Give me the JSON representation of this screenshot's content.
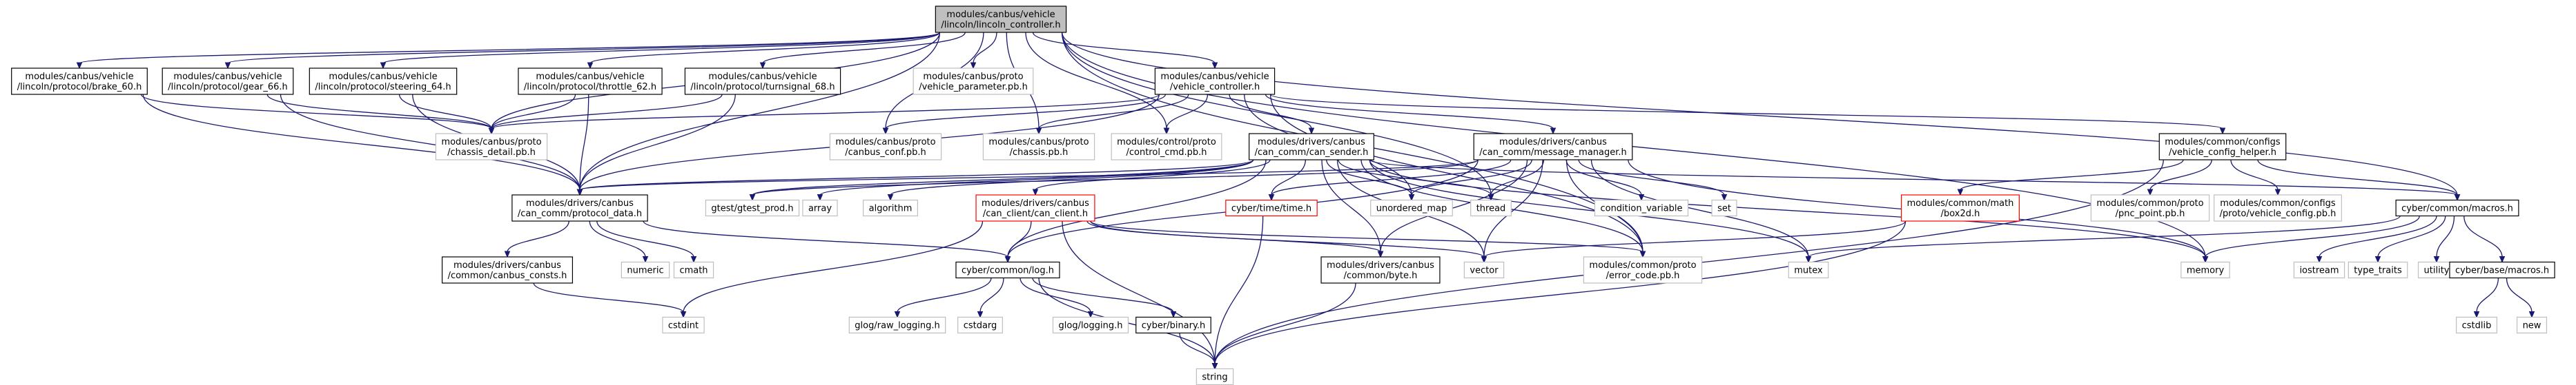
{
  "graph": {
    "nodes": [
      {
        "id": "root",
        "lines": [
          "modules/canbus/vehicle",
          "/lincoln/lincoln_controller.h"
        ],
        "kind": "root"
      },
      {
        "id": "brake60",
        "lines": [
          "modules/canbus/vehicle",
          "/lincoln/protocol/brake_60.h"
        ],
        "kind": "normal"
      },
      {
        "id": "gear66",
        "lines": [
          "modules/canbus/vehicle",
          "/lincoln/protocol/gear_66.h"
        ],
        "kind": "normal"
      },
      {
        "id": "steering64",
        "lines": [
          "modules/canbus/vehicle",
          "/lincoln/protocol/steering_64.h"
        ],
        "kind": "normal"
      },
      {
        "id": "throttle62",
        "lines": [
          "modules/canbus/vehicle",
          "/lincoln/protocol/throttle_62.h"
        ],
        "kind": "normal"
      },
      {
        "id": "turnsignal68",
        "lines": [
          "modules/canbus/vehicle",
          "/lincoln/protocol/turnsignal_68.h"
        ],
        "kind": "normal"
      },
      {
        "id": "vehicle_param",
        "lines": [
          "modules/canbus/proto",
          "/vehicle_parameter.pb.h"
        ],
        "kind": "external"
      },
      {
        "id": "vehicle_ctrl",
        "lines": [
          "modules/canbus/vehicle",
          "/vehicle_controller.h"
        ],
        "kind": "normal"
      },
      {
        "id": "chassis_detail",
        "lines": [
          "modules/canbus/proto",
          "/chassis_detail.pb.h"
        ],
        "kind": "external"
      },
      {
        "id": "canbus_conf",
        "lines": [
          "modules/canbus/proto",
          "/canbus_conf.pb.h"
        ],
        "kind": "external"
      },
      {
        "id": "chassis",
        "lines": [
          "modules/canbus/proto",
          "/chassis.pb.h"
        ],
        "kind": "external"
      },
      {
        "id": "control_cmd",
        "lines": [
          "modules/control/proto",
          "/control_cmd.pb.h"
        ],
        "kind": "external"
      },
      {
        "id": "can_sender",
        "lines": [
          "modules/drivers/canbus",
          "/can_comm/can_sender.h"
        ],
        "kind": "normal"
      },
      {
        "id": "msg_manager",
        "lines": [
          "modules/drivers/canbus",
          "/can_comm/message_manager.h"
        ],
        "kind": "normal"
      },
      {
        "id": "vcfg_helper",
        "lines": [
          "modules/common/configs",
          "/vehicle_config_helper.h"
        ],
        "kind": "normal"
      },
      {
        "id": "protocol_data",
        "lines": [
          "modules/drivers/canbus",
          "/can_comm/protocol_data.h"
        ],
        "kind": "normal"
      },
      {
        "id": "gtest_prod",
        "lines": [
          "gtest/gtest_prod.h"
        ],
        "kind": "external"
      },
      {
        "id": "array",
        "lines": [
          "array"
        ],
        "kind": "external"
      },
      {
        "id": "algorithm",
        "lines": [
          "algorithm"
        ],
        "kind": "external"
      },
      {
        "id": "can_client",
        "lines": [
          "modules/drivers/canbus",
          "/can_client/can_client.h"
        ],
        "kind": "truncated"
      },
      {
        "id": "cyber_time",
        "lines": [
          "cyber/time/time.h"
        ],
        "kind": "truncated"
      },
      {
        "id": "unordered_map",
        "lines": [
          "unordered_map"
        ],
        "kind": "external"
      },
      {
        "id": "thread",
        "lines": [
          "thread"
        ],
        "kind": "external"
      },
      {
        "id": "condition_variable",
        "lines": [
          "condition_variable"
        ],
        "kind": "external"
      },
      {
        "id": "set",
        "lines": [
          "set"
        ],
        "kind": "external"
      },
      {
        "id": "box2d",
        "lines": [
          "modules/common/math",
          "/box2d.h"
        ],
        "kind": "truncated"
      },
      {
        "id": "pnc_point",
        "lines": [
          "modules/common/proto",
          "/pnc_point.pb.h"
        ],
        "kind": "external"
      },
      {
        "id": "vehicle_config",
        "lines": [
          "modules/common/configs",
          "/proto/vehicle_config.pb.h"
        ],
        "kind": "external"
      },
      {
        "id": "macros",
        "lines": [
          "cyber/common/macros.h"
        ],
        "kind": "normal"
      },
      {
        "id": "canbus_consts",
        "lines": [
          "modules/drivers/canbus",
          "/common/canbus_consts.h"
        ],
        "kind": "normal"
      },
      {
        "id": "numeric",
        "lines": [
          "numeric"
        ],
        "kind": "external"
      },
      {
        "id": "cmath",
        "lines": [
          "cmath"
        ],
        "kind": "external"
      },
      {
        "id": "log",
        "lines": [
          "cyber/common/log.h"
        ],
        "kind": "normal"
      },
      {
        "id": "byte",
        "lines": [
          "modules/drivers/canbus",
          "/common/byte.h"
        ],
        "kind": "normal"
      },
      {
        "id": "vector",
        "lines": [
          "vector"
        ],
        "kind": "external"
      },
      {
        "id": "error_code",
        "lines": [
          "modules/common/proto",
          "/error_code.pb.h"
        ],
        "kind": "external"
      },
      {
        "id": "mutex",
        "lines": [
          "mutex"
        ],
        "kind": "external"
      },
      {
        "id": "memory",
        "lines": [
          "memory"
        ],
        "kind": "external"
      },
      {
        "id": "iostream",
        "lines": [
          "iostream"
        ],
        "kind": "external"
      },
      {
        "id": "type_traits",
        "lines": [
          "type_traits"
        ],
        "kind": "external"
      },
      {
        "id": "utility",
        "lines": [
          "utility"
        ],
        "kind": "external"
      },
      {
        "id": "base_macros",
        "lines": [
          "cyber/base/macros.h"
        ],
        "kind": "normal"
      },
      {
        "id": "cstdint",
        "lines": [
          "cstdint"
        ],
        "kind": "external"
      },
      {
        "id": "cstdarg",
        "lines": [
          "cstdarg"
        ],
        "kind": "external"
      },
      {
        "id": "glog_raw",
        "lines": [
          "glog/raw_logging.h"
        ],
        "kind": "external"
      },
      {
        "id": "glog_logging",
        "lines": [
          "glog/logging.h"
        ],
        "kind": "external"
      },
      {
        "id": "binary",
        "lines": [
          "cyber/binary.h"
        ],
        "kind": "normal"
      },
      {
        "id": "cstdlib",
        "lines": [
          "cstdlib"
        ],
        "kind": "external"
      },
      {
        "id": "new",
        "lines": [
          "new"
        ],
        "kind": "external"
      },
      {
        "id": "string",
        "lines": [
          "string"
        ],
        "kind": "external"
      }
    ],
    "edges": [
      [
        "root",
        "brake60"
      ],
      [
        "root",
        "gear66"
      ],
      [
        "root",
        "steering64"
      ],
      [
        "root",
        "throttle62"
      ],
      [
        "root",
        "turnsignal68"
      ],
      [
        "root",
        "vehicle_param"
      ],
      [
        "root",
        "vehicle_ctrl"
      ],
      [
        "root",
        "chassis_detail"
      ],
      [
        "root",
        "canbus_conf"
      ],
      [
        "root",
        "chassis"
      ],
      [
        "root",
        "control_cmd"
      ],
      [
        "root",
        "protocol_data"
      ],
      [
        "root",
        "thread"
      ],
      [
        "root",
        "error_code"
      ],
      [
        "root",
        "macros"
      ],
      [
        "root",
        "memory"
      ],
      [
        "brake60",
        "chassis_detail"
      ],
      [
        "brake60",
        "protocol_data"
      ],
      [
        "gear66",
        "chassis_detail"
      ],
      [
        "gear66",
        "protocol_data"
      ],
      [
        "steering64",
        "chassis_detail"
      ],
      [
        "steering64",
        "protocol_data"
      ],
      [
        "throttle62",
        "chassis_detail"
      ],
      [
        "throttle62",
        "protocol_data"
      ],
      [
        "turnsignal68",
        "chassis_detail"
      ],
      [
        "turnsignal68",
        "protocol_data"
      ],
      [
        "vehicle_ctrl",
        "chassis_detail"
      ],
      [
        "vehicle_ctrl",
        "canbus_conf"
      ],
      [
        "vehicle_ctrl",
        "chassis"
      ],
      [
        "vehicle_ctrl",
        "control_cmd"
      ],
      [
        "vehicle_ctrl",
        "can_sender"
      ],
      [
        "vehicle_ctrl",
        "msg_manager"
      ],
      [
        "vehicle_ctrl",
        "vcfg_helper"
      ],
      [
        "vehicle_ctrl",
        "error_code"
      ],
      [
        "vehicle_ctrl",
        "unordered_map"
      ],
      [
        "vehicle_ctrl",
        "protocol_data"
      ],
      [
        "can_sender",
        "protocol_data"
      ],
      [
        "can_sender",
        "gtest_prod"
      ],
      [
        "can_sender",
        "array"
      ],
      [
        "can_sender",
        "algorithm"
      ],
      [
        "can_sender",
        "can_client"
      ],
      [
        "can_sender",
        "cyber_time"
      ],
      [
        "can_sender",
        "unordered_map"
      ],
      [
        "can_sender",
        "thread"
      ],
      [
        "can_sender",
        "log"
      ],
      [
        "can_sender",
        "byte"
      ],
      [
        "can_sender",
        "vector"
      ],
      [
        "can_sender",
        "error_code"
      ],
      [
        "can_sender",
        "mutex"
      ],
      [
        "can_sender",
        "macros"
      ],
      [
        "can_sender",
        "memory"
      ],
      [
        "msg_manager",
        "protocol_data"
      ],
      [
        "msg_manager",
        "gtest_prod"
      ],
      [
        "msg_manager",
        "cyber_time"
      ],
      [
        "msg_manager",
        "unordered_map"
      ],
      [
        "msg_manager",
        "thread"
      ],
      [
        "msg_manager",
        "condition_variable"
      ],
      [
        "msg_manager",
        "set"
      ],
      [
        "msg_manager",
        "log"
      ],
      [
        "msg_manager",
        "byte"
      ],
      [
        "msg_manager",
        "vector"
      ],
      [
        "msg_manager",
        "error_code"
      ],
      [
        "msg_manager",
        "mutex"
      ],
      [
        "msg_manager",
        "memory"
      ],
      [
        "vcfg_helper",
        "box2d"
      ],
      [
        "vcfg_helper",
        "pnc_point"
      ],
      [
        "vcfg_helper",
        "vehicle_config"
      ],
      [
        "vcfg_helper",
        "macros"
      ],
      [
        "vcfg_helper",
        "string"
      ],
      [
        "protocol_data",
        "canbus_consts"
      ],
      [
        "protocol_data",
        "numeric"
      ],
      [
        "protocol_data",
        "cmath"
      ],
      [
        "protocol_data",
        "log"
      ],
      [
        "can_client",
        "log"
      ],
      [
        "can_client",
        "byte"
      ],
      [
        "can_client",
        "vector"
      ],
      [
        "can_client",
        "error_code"
      ],
      [
        "can_client",
        "cstdint"
      ],
      [
        "can_client",
        "string"
      ],
      [
        "cyber_time",
        "string"
      ],
      [
        "box2d",
        "vector"
      ],
      [
        "box2d",
        "string"
      ],
      [
        "macros",
        "iostream"
      ],
      [
        "macros",
        "type_traits"
      ],
      [
        "macros",
        "utility"
      ],
      [
        "macros",
        "base_macros"
      ],
      [
        "macros",
        "memory"
      ],
      [
        "macros",
        "mutex"
      ],
      [
        "base_macros",
        "cstdlib"
      ],
      [
        "base_macros",
        "new"
      ],
      [
        "canbus_consts",
        "cstdint"
      ],
      [
        "log",
        "cstdarg"
      ],
      [
        "log",
        "glog_raw"
      ],
      [
        "log",
        "glog_logging"
      ],
      [
        "log",
        "binary"
      ],
      [
        "log",
        "string"
      ],
      [
        "byte",
        "string"
      ],
      [
        "binary",
        "string"
      ]
    ]
  }
}
